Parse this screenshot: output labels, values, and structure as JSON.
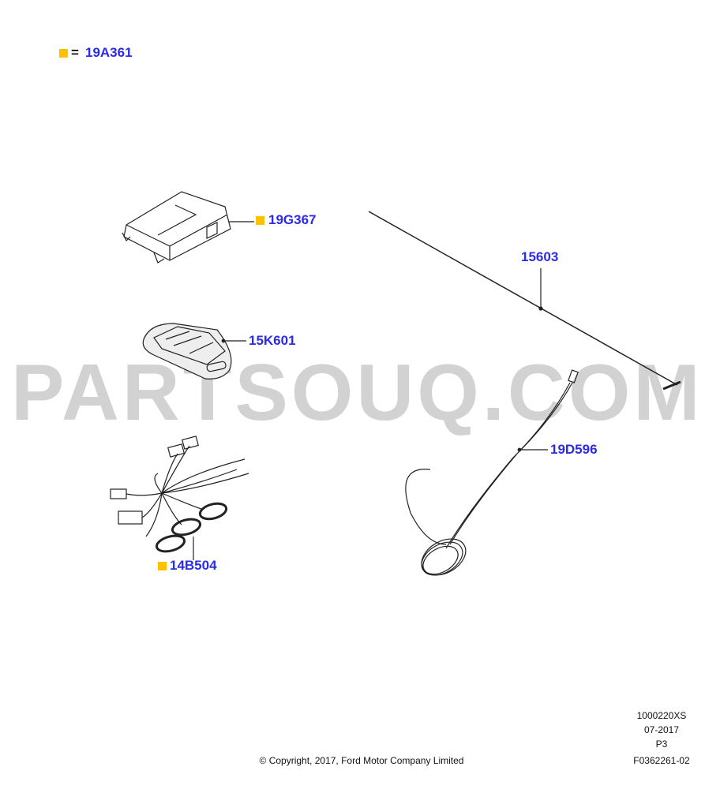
{
  "legend": {
    "marker_color": "#ffc000",
    "equals": "=",
    "part": "19A361"
  },
  "parts": [
    {
      "id": "19G367",
      "marked": true
    },
    {
      "id": "15K601",
      "marked": false
    },
    {
      "id": "14B504",
      "marked": true
    },
    {
      "id": "15603",
      "marked": false
    },
    {
      "id": "19D596",
      "marked": false
    }
  ],
  "watermark": "PARTSOUQ.COM",
  "footer": {
    "copyright": "© Copyright, 2017, Ford Motor Company Limited",
    "code": "1000220XS",
    "date": "07-2017",
    "page": "P3",
    "figure": "F0362261-02"
  },
  "colors": {
    "label": "#2b2be8",
    "marker": "#ffc000",
    "watermark": "#d2d2d2"
  }
}
